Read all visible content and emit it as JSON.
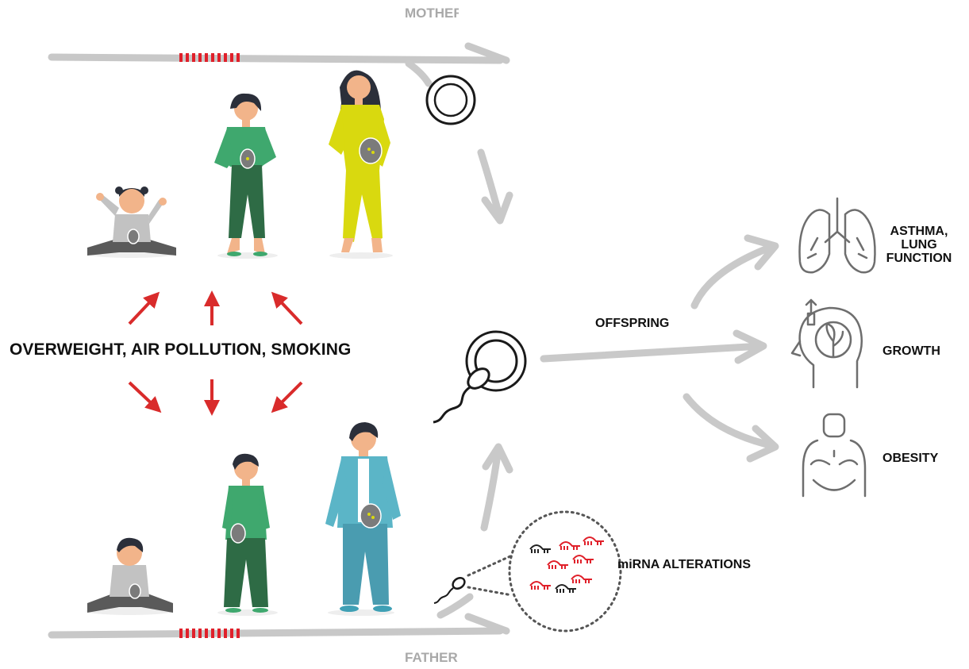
{
  "labels": {
    "mother": "MOTHER",
    "father": "FATHER",
    "exposures": "OVERWEIGHT, AIR POLLUTION, SMOKING",
    "offspring": "OFFSPRING",
    "mirna": "miRNA ALTERATIONS",
    "outcomes": {
      "asthma": [
        "ASTHMA,",
        "LUNG",
        "FUNCTION"
      ],
      "growth": "GROWTH",
      "obesity": "OBESITY"
    }
  },
  "colors": {
    "timeline": "#c8c8c8",
    "exposure_marks": "#e0202a",
    "exposure_arrows": "#d92b2b",
    "flow_arrows": "#c9c9c9",
    "outcome_icons": "#6e6e6e",
    "mother_dress": "#d9d90f",
    "girl_top": "#3fa86e",
    "girl_pants": "#2e6b45",
    "father_jacket": "#5bb5c7",
    "father_pants": "#4a9cb0",
    "boy_top": "#3fa86e",
    "boy_pants": "#2e6b45",
    "skin": "#f2b48a",
    "hair": "#2b2f3a",
    "toddler_top": "#c2c2c2",
    "toddler_pants": "#5a5a5a",
    "mirna_black": "#222222",
    "mirna_red": "#e0202a"
  },
  "icons": [
    "egg-cell-icon",
    "fertilization-icon",
    "sperm-icon",
    "lungs-icon",
    "head-growth-icon",
    "obesity-body-icon"
  ]
}
